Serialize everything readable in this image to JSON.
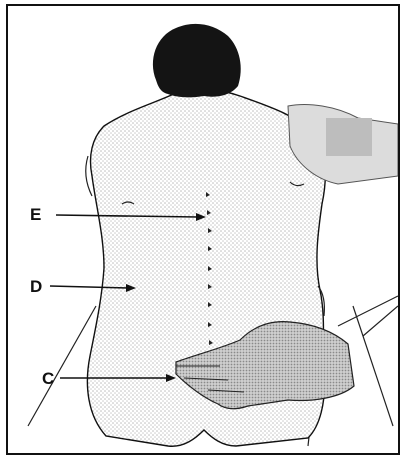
{
  "figure": {
    "labels": {
      "e": "E",
      "d": "D",
      "c": "C"
    }
  },
  "colors": {
    "outline": "#111111",
    "dots": "#b8b8b8",
    "hair": "#141414",
    "hand_fill": "#9c9c9c",
    "shoulder_hand": "#bdbdbd"
  }
}
